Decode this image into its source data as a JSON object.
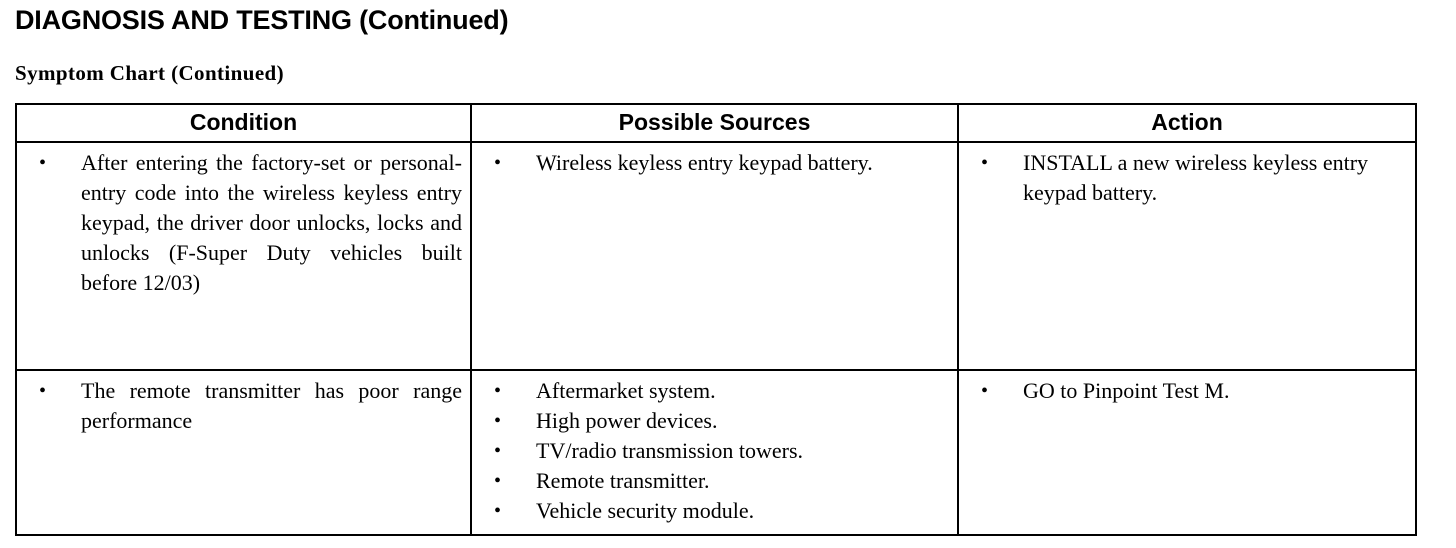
{
  "document": {
    "title": "DIAGNOSIS AND TESTING (Continued)",
    "subtitle": "Symptom Chart (Continued)"
  },
  "table": {
    "headers": {
      "condition": "Condition",
      "sources": "Possible Sources",
      "action": "Action"
    },
    "rows": [
      {
        "condition": [
          "After entering the factory-set or personal-entry code into the wireless keyless entry keypad, the driver door unlocks, locks and unlocks (F-Super Duty vehicles built before 12/03)"
        ],
        "sources": [
          "Wireless keyless entry keypad battery."
        ],
        "action": [
          "INSTALL a new wireless keyless entry keypad battery."
        ]
      },
      {
        "condition": [
          "The remote transmitter has poor range performance"
        ],
        "sources": [
          "Aftermarket system.",
          "High power devices.",
          "TV/radio transmission towers.",
          "Remote transmitter.",
          "Vehicle security module."
        ],
        "action": [
          "GO to Pinpoint Test M."
        ]
      }
    ]
  }
}
